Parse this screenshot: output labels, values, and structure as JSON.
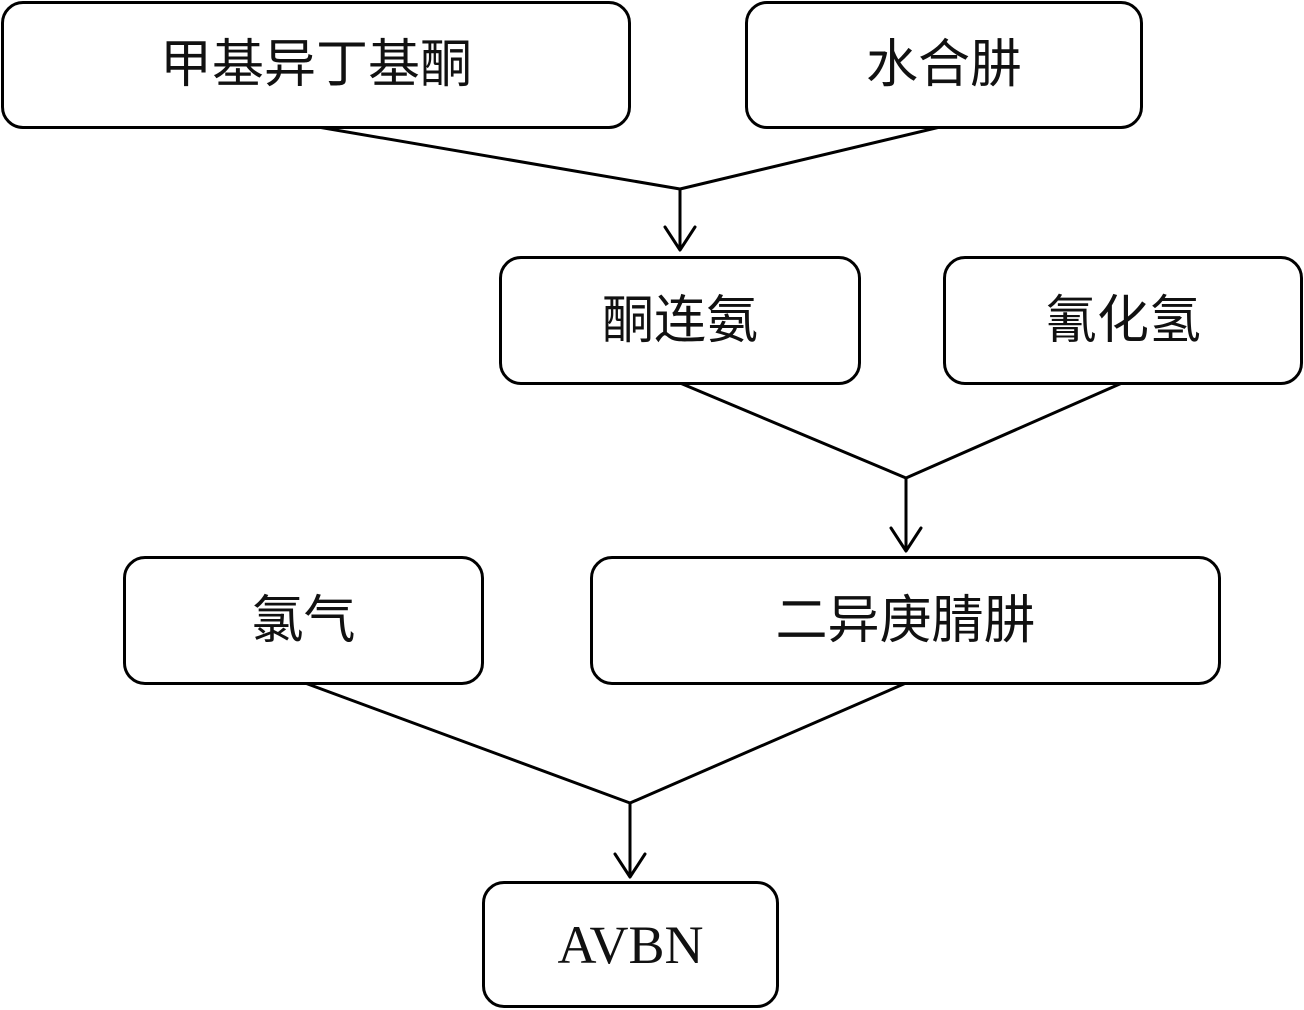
{
  "diagram": {
    "nodes": {
      "mibk": "甲基异丁基酮",
      "hydrazine_hydrate": "水合肼",
      "ketazine": "酮连氨",
      "hydrogen_cyanide": "氰化氢",
      "chlorine": "氯气",
      "diisoheptanenitrile_hydrazine": "二异庚腈肼",
      "avbn": "AVBN"
    },
    "edges": [
      {
        "from": "mibk",
        "to": "ketazine"
      },
      {
        "from": "hydrazine_hydrate",
        "to": "ketazine"
      },
      {
        "from": "ketazine",
        "to": "diisoheptanenitrile_hydrazine"
      },
      {
        "from": "hydrogen_cyanide",
        "to": "diisoheptanenitrile_hydrazine"
      },
      {
        "from": "chlorine",
        "to": "avbn"
      },
      {
        "from": "diisoheptanenitrile_hydrazine",
        "to": "avbn"
      }
    ],
    "colors": {
      "stroke": "#000000",
      "background": "#ffffff"
    }
  }
}
